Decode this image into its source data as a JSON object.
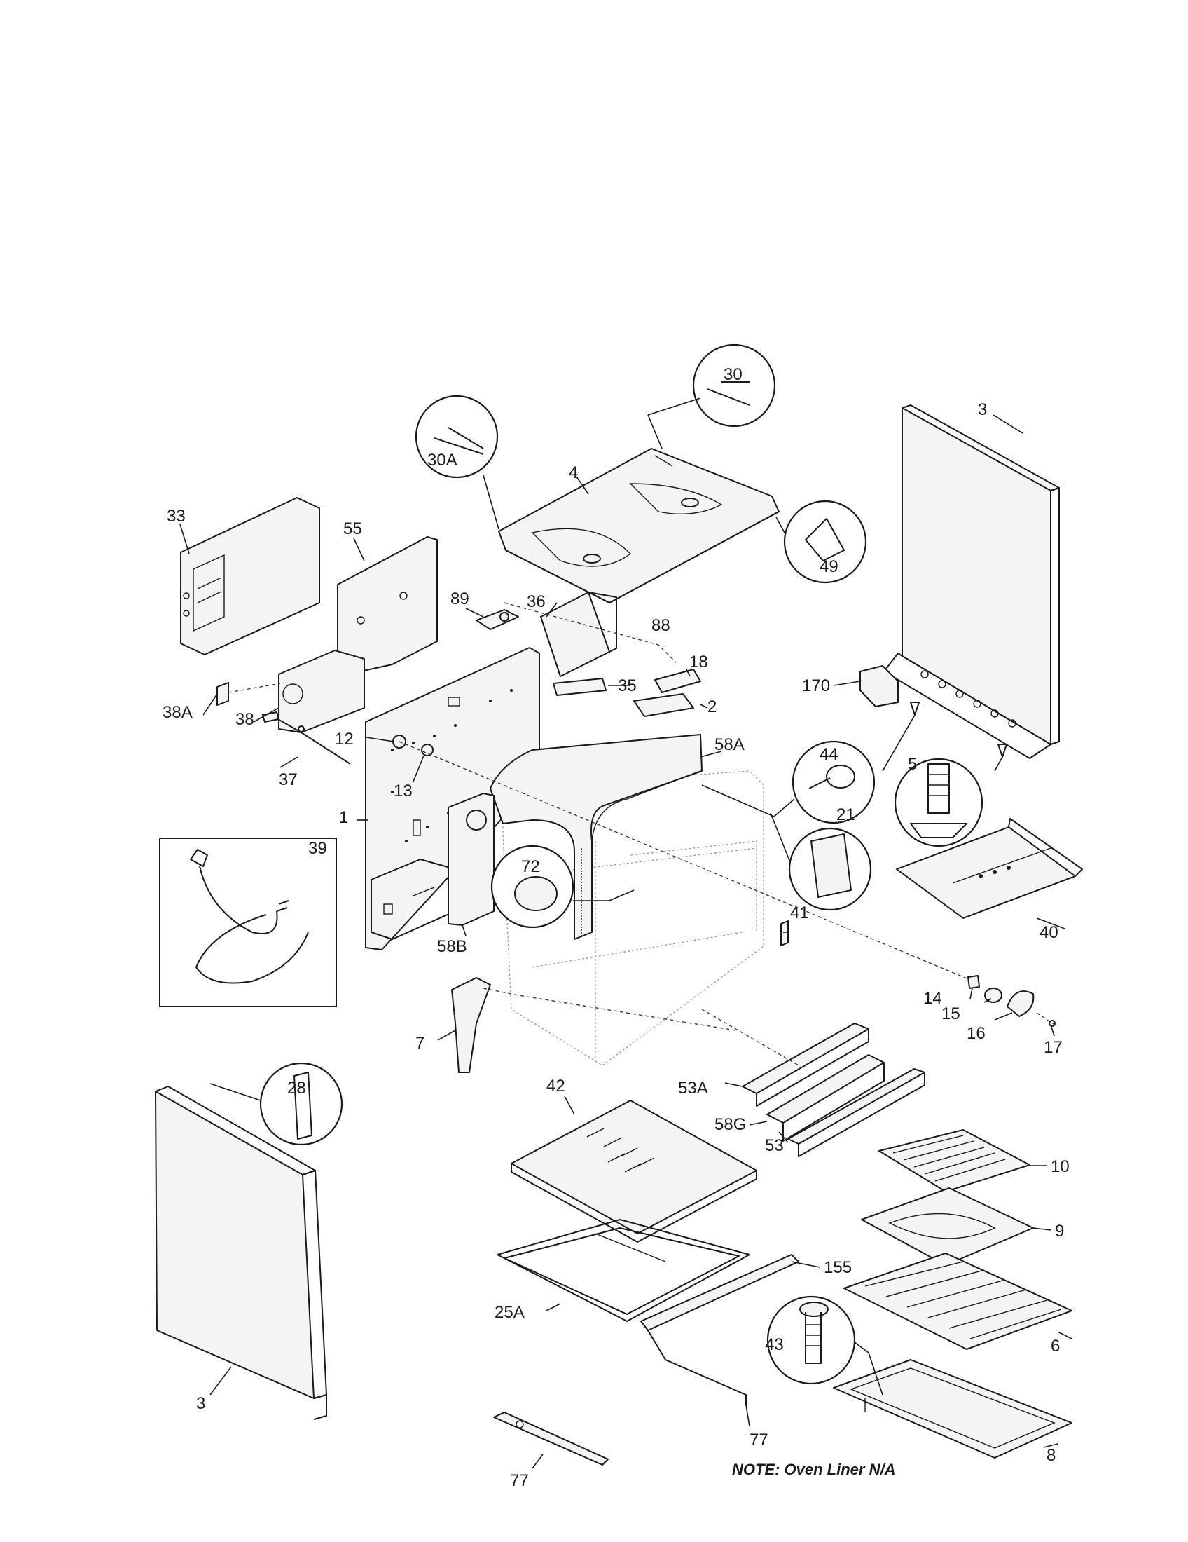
{
  "labels": {
    "p30": "30",
    "p30A": "30A",
    "p3_right": "3",
    "p4": "4",
    "p33": "33",
    "p55": "55",
    "p49": "49",
    "p36": "36",
    "p89": "89",
    "p88": "88",
    "p18": "18",
    "p35": "35",
    "p2": "2",
    "p170": "170",
    "p38A": "38A",
    "p38": "38",
    "p44": "44",
    "p12": "12",
    "p58A": "58A",
    "p5": "5",
    "p37": "37",
    "p13": "13",
    "p1": "1",
    "p21": "21",
    "p39": "39",
    "p72": "72",
    "p41": "41",
    "p40": "40",
    "p58B": "58B",
    "p14": "14",
    "p15": "15",
    "p16": "16",
    "p17": "17",
    "p7": "7",
    "p53A": "53A",
    "p28": "28",
    "p42": "42",
    "p58G": "58G",
    "p53": "53",
    "p10": "10",
    "p9": "9",
    "p155": "155",
    "p25A": "25A",
    "p43": "43",
    "p6": "6",
    "p3_left": "3",
    "p77_mid": "77",
    "p8": "8",
    "p77_bottom": "77"
  },
  "note": "NOTE: Oven Liner N/A"
}
